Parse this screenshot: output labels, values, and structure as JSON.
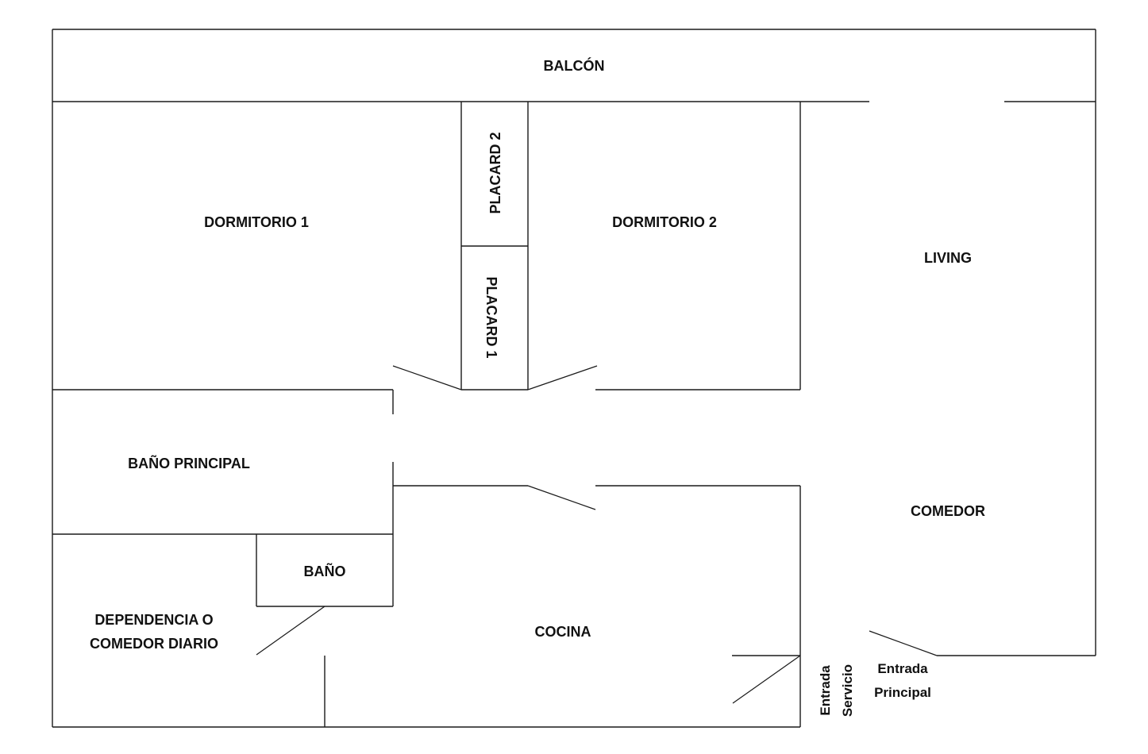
{
  "rooms": {
    "balcon": "BALCÓN",
    "dormitorio_1": "DORMITORIO 1",
    "placard_2": "PLACARD 2",
    "placard_1": "PLACARD 1",
    "dormitorio_2": "DORMITORIO 2",
    "living": "LIVING",
    "bano_principal": "BAÑO PRINCIPAL",
    "comedor": "COMEDOR",
    "bano": "BAÑO",
    "dependencia_line1": "DEPENDENCIA O",
    "dependencia_line2": "COMEDOR DIARIO",
    "cocina": "COCINA"
  },
  "entrances": {
    "servicio_line1": "Entrada",
    "servicio_line2": "Servicio",
    "principal_line1": "Entrada",
    "principal_line2": "Principal"
  }
}
